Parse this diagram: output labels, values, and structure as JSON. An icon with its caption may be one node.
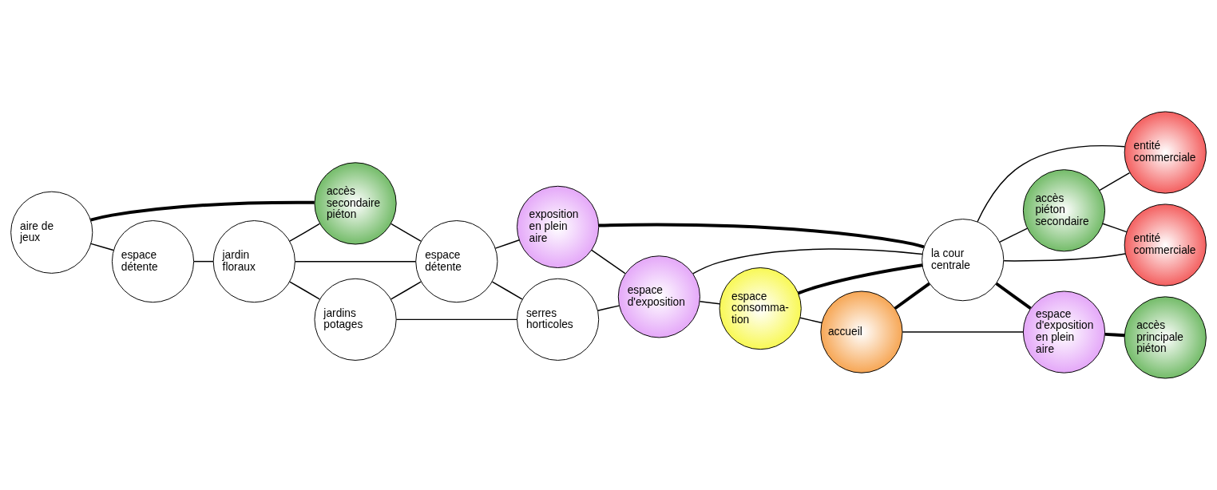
{
  "diagram": {
    "nodes": [
      {
        "text": [
          "accès piéton secondaire"
        ]
      },
      {
        "text": [
          "accès secondaire piéton"
        ]
      },
      {
        "text": [
          "entité commerciale"
        ]
      },
      {
        "text": [
          "entité commerciale"
        ]
      },
      {
        "text": [
          "aire de jeux"
        ]
      },
      {
        "text": [
          "espace détente"
        ]
      },
      {
        "text": [
          "exposition en plein aire"
        ]
      },
      {
        "text": [
          "la cour centrale"
        ]
      },
      {
        "text": [
          "espace d'exposition en plein aire"
        ]
      },
      {
        "text": [
          "jardin floraux"
        ]
      },
      {
        "text": [
          "accès principale piéton"
        ]
      },
      {
        "text": [
          "espace détente"
        ]
      },
      {
        "text": [
          "jardins potages"
        ]
      },
      {
        "text": [
          "serres horticoles"
        ]
      },
      {
        "text": [
          "espace d'exposition"
        ]
      },
      {
        "text": [
          "espace consomma- tion"
        ]
      },
      {
        "text": [
          "accueil"
        ]
      }
    ],
    "edges": [
      {
        "from": 4,
        "to": 1,
        "arrow": "none",
        "style": "thick"
      },
      {
        "from": 4,
        "to": 11,
        "arrow": "none"
      },
      {
        "from": 11,
        "to": 9,
        "arrow": "none"
      },
      {
        "from": 9,
        "to": 1,
        "arrow": "none"
      },
      {
        "from": 1,
        "to": 5,
        "arrow": "none"
      },
      {
        "from": 9,
        "to": 5,
        "arrow": "none"
      },
      {
        "from": 9,
        "to": 12,
        "arrow": "none"
      },
      {
        "from": 12,
        "to": 5,
        "arrow": "none"
      },
      {
        "from": 5,
        "to": 13,
        "arrow": "none"
      },
      {
        "from": 12,
        "to": 13,
        "arrow": "none"
      },
      {
        "from": 5,
        "to": 6,
        "arrow": "none"
      },
      {
        "from": 13,
        "to": 14,
        "arrow": "none"
      },
      {
        "from": 6,
        "to": 14,
        "arrow": "none"
      },
      {
        "from": 6,
        "to": 7,
        "arrow": "none",
        "style": "thick"
      },
      {
        "from": 14,
        "to": 7,
        "arrow": "none"
      },
      {
        "from": 14,
        "to": 15,
        "arrow": "none"
      },
      {
        "from": 15,
        "to": 16,
        "arrow": "none"
      },
      {
        "from": 15,
        "to": 7,
        "arrow": "none",
        "style": "thick"
      },
      {
        "from": 16,
        "to": 7,
        "arrow": "none",
        "style": "thick"
      },
      {
        "from": 7,
        "to": 8,
        "arrow": "none",
        "style": "thick"
      },
      {
        "from": 8,
        "to": 10,
        "arrow": "none",
        "style": "thick"
      },
      {
        "from": 7,
        "to": 2,
        "arrow": "none"
      },
      {
        "from": 7,
        "to": 3,
        "arrow": "none"
      },
      {
        "from": 7,
        "to": 0,
        "arrow": "none"
      },
      {
        "from": 0,
        "to": 2,
        "arrow": "none"
      },
      {
        "from": 0,
        "to": 3,
        "arrow": "none"
      },
      {
        "from": 16,
        "to": 8,
        "arrow": "none"
      }
    ]
  }
}
